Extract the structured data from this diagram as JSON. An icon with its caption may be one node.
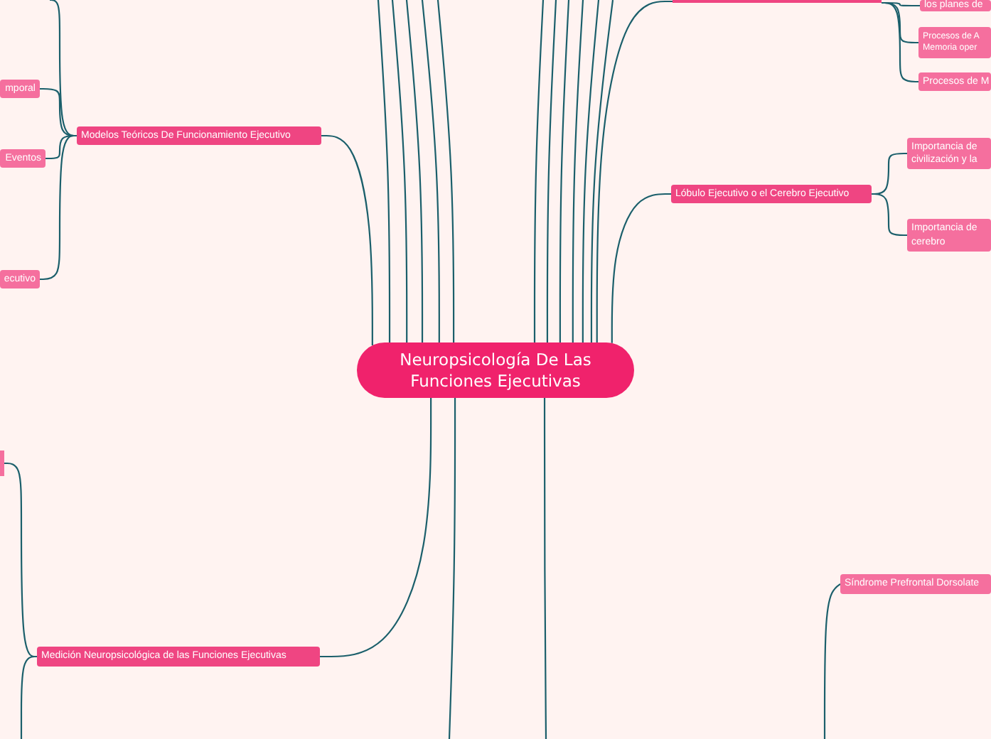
{
  "diagram": {
    "nodes": [
      {
        "text": [
          "Neuropsicología De Las Funciones Ejecutivas"
        ]
      },
      {
        "text": [
          "Modelos Teóricos De Funcionamiento Ejecutivo"
        ]
      },
      {
        "text": [
          "mporal"
        ]
      },
      {
        "text": [
          "Eventos"
        ]
      },
      {
        "text": [
          "ecutivo"
        ]
      },
      {
        "text": [
          "Medición Neuropsicológica de las Funciones Ejecutivas"
        ]
      },
      {
        "text": [],
        "shape": "box"
      },
      {
        "text": [],
        "shape": "box"
      },
      {
        "text": [
          "los planes de"
        ]
      },
      {
        "text": [
          "Procesos de A Memoria oper"
        ]
      },
      {
        "text": [
          "Procesos de M"
        ]
      },
      {
        "text": [
          "Lóbulo Ejecutivo o el Cerebro Ejecutivo"
        ]
      },
      {
        "text": [
          "Importancia de civilización y la"
        ]
      },
      {
        "text": [
          "Importancia de cerebro"
        ]
      },
      {
        "text": [
          "Síndrome Prefrontal Dorsolate"
        ]
      }
    ],
    "edges": [
      {
        "from": 0,
        "to": 1,
        "arrow": "none"
      },
      {
        "from": 1,
        "to": 2,
        "arrow": "none"
      },
      {
        "from": 1,
        "to": 3,
        "arrow": "none"
      },
      {
        "from": 1,
        "to": 4,
        "arrow": "none"
      },
      {
        "from": 1,
        "to": null,
        "arrow": "none"
      },
      {
        "from": 0,
        "to": null,
        "arrow": "none"
      },
      {
        "from": 0,
        "to": null,
        "arrow": "none"
      },
      {
        "from": 0,
        "to": null,
        "arrow": "none"
      },
      {
        "from": 0,
        "to": null,
        "arrow": "none"
      },
      {
        "from": 0,
        "to": null,
        "arrow": "none"
      },
      {
        "from": 0,
        "to": 7,
        "arrow": "none"
      },
      {
        "from": 0,
        "to": null,
        "arrow": "none"
      },
      {
        "from": 0,
        "to": null,
        "arrow": "none"
      },
      {
        "from": 0,
        "to": null,
        "arrow": "none"
      },
      {
        "from": 0,
        "to": null,
        "arrow": "none"
      },
      {
        "from": 0,
        "to": null,
        "arrow": "none"
      },
      {
        "from": 0,
        "to": null,
        "arrow": "none"
      },
      {
        "from": 0,
        "to": 11,
        "arrow": "none"
      },
      {
        "from": 11,
        "to": 12,
        "arrow": "none"
      },
      {
        "from": 11,
        "to": 13,
        "arrow": "none"
      },
      {
        "from": 7,
        "to": 8,
        "arrow": "none"
      },
      {
        "from": 7,
        "to": 9,
        "arrow": "none"
      },
      {
        "from": 7,
        "to": 10,
        "arrow": "none"
      },
      {
        "from": 0,
        "to": 5,
        "arrow": "none"
      },
      {
        "from": 0,
        "to": null,
        "arrow": "none"
      },
      {
        "from": 0,
        "to": null,
        "arrow": "none"
      },
      {
        "from": 5,
        "to": 6,
        "arrow": "none"
      },
      {
        "from": 5,
        "to": null,
        "arrow": "none"
      },
      {
        "from": null,
        "to": 14,
        "arrow": "none"
      }
    ]
  }
}
